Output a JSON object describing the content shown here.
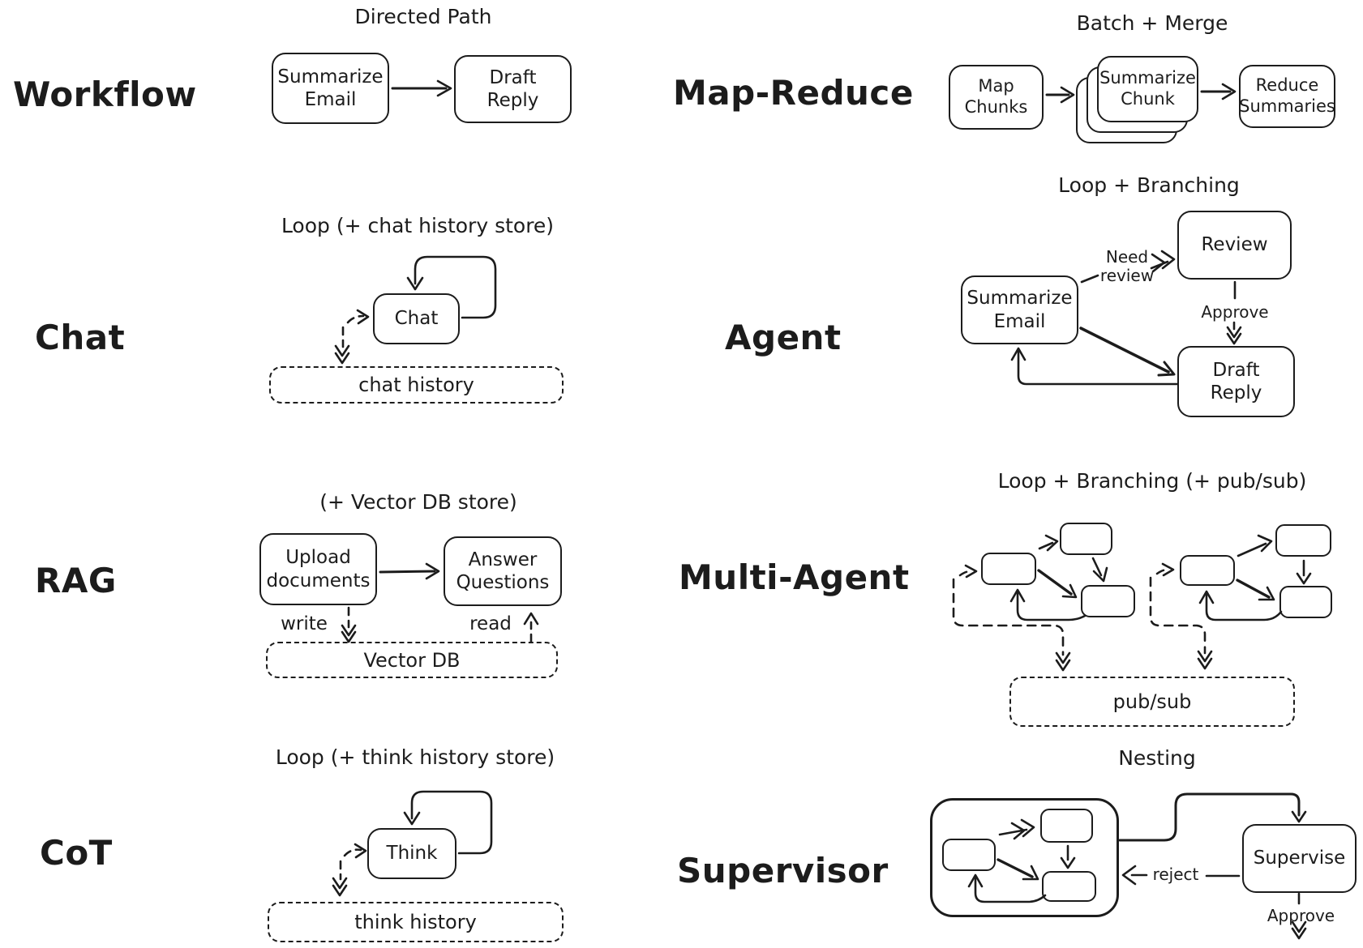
{
  "colors": {
    "ink": "#1c1c1c",
    "background": "#ffffff"
  },
  "workflow": {
    "label": "Workflow",
    "title": "Directed Path",
    "nodes": {
      "summarize_email": "Summarize\nEmail",
      "draft_reply": "Draft\nReply"
    }
  },
  "map_reduce": {
    "label": "Map-Reduce",
    "title": "Batch + Merge",
    "nodes": {
      "map_chunks": "Map\nChunks",
      "summarize_chunk": "Summarize\nChunk",
      "reduce_summaries": "Reduce\nSummaries"
    }
  },
  "chat": {
    "label": "Chat",
    "title": "Loop (+ chat history store)",
    "nodes": {
      "chat": "Chat",
      "chat_history": "chat history"
    }
  },
  "agent": {
    "label": "Agent",
    "title": "Loop + Branching",
    "nodes": {
      "summarize_email": "Summarize\nEmail",
      "review": "Review",
      "draft_reply": "Draft\nReply"
    },
    "edges": {
      "need_review": "Need\nreview",
      "approve": "Approve"
    }
  },
  "rag": {
    "label": "RAG",
    "title": "(+ Vector DB store)",
    "nodes": {
      "upload_documents": "Upload\ndocuments",
      "answer_questions": "Answer\nQuestions",
      "vector_db": "Vector DB"
    },
    "edges": {
      "write": "write",
      "read": "read"
    }
  },
  "multi_agent": {
    "label": "Multi-Agent",
    "title": "Loop + Branching (+ pub/sub)",
    "nodes": {
      "pub_sub": "pub/sub"
    }
  },
  "cot": {
    "label": "CoT",
    "title": "Loop (+ think history store)",
    "nodes": {
      "think": "Think",
      "think_history": "think history"
    }
  },
  "supervisor": {
    "label": "Supervisor",
    "title": "Nesting",
    "nodes": {
      "supervise": "Supervise"
    },
    "edges": {
      "reject": "reject",
      "approve": "Approve"
    }
  }
}
